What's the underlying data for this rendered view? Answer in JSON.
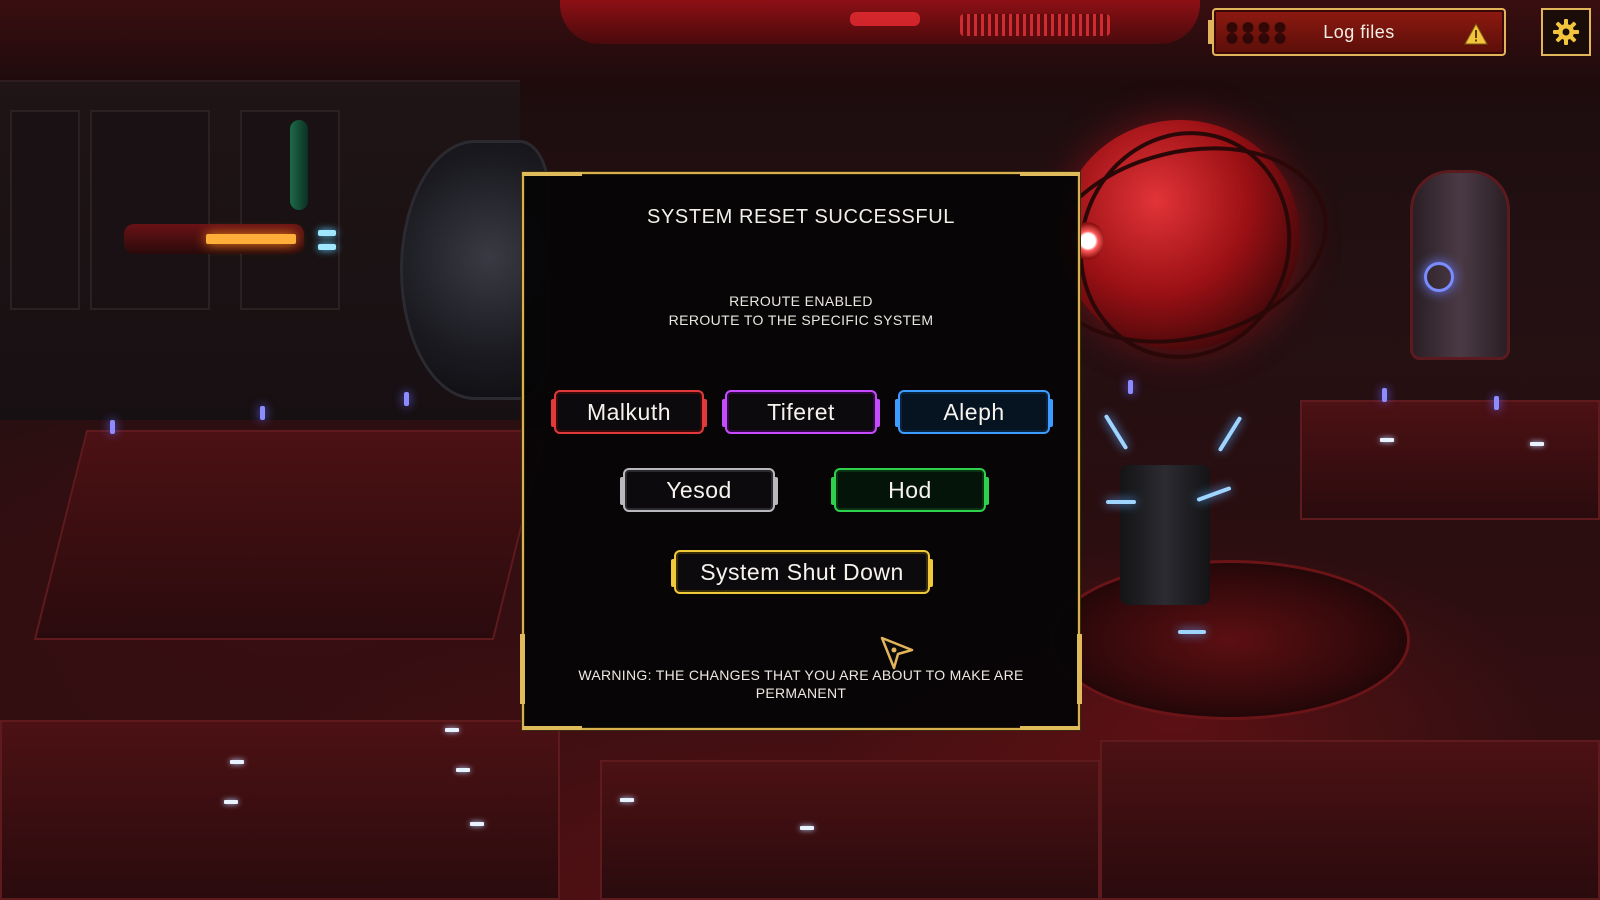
{
  "hud": {
    "log_files_label": "Log files",
    "warning_icon": "warning-triangle-icon",
    "settings_icon": "gear-icon"
  },
  "modal": {
    "title": "SYSTEM RESET SUCCESSFUL",
    "subtitle_line1": "REROUTE ENABLED",
    "subtitle_line2": "REROUTE TO THE SPECIFIC SYSTEM",
    "buttons": {
      "malkuth": "Malkuth",
      "tiferet": "Tiferet",
      "aleph": "Aleph",
      "yesod": "Yesod",
      "hod": "Hod",
      "shutdown": "System Shut Down"
    },
    "warning": "WARNING: THE CHANGES THAT YOU ARE ABOUT TO MAKE ARE PERMANENT"
  },
  "colors": {
    "frame_gold": "#d8b04e",
    "malkuth": "#e23a3a",
    "tiferet": "#c64bff",
    "aleph": "#3d9cff",
    "yesod": "#b9b9bd",
    "hod": "#2fd14c",
    "shutdown": "#f0c93a"
  }
}
